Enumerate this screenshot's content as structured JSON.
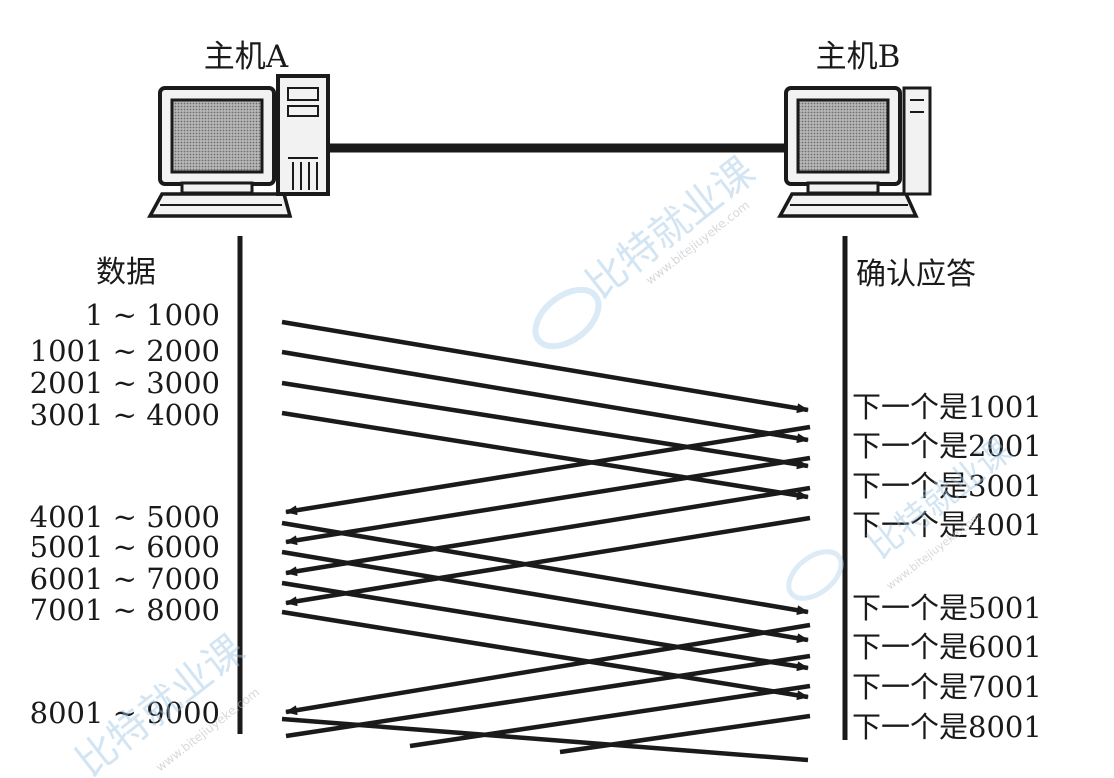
{
  "hosts": {
    "a": "主机A",
    "b": "主机B"
  },
  "columns": {
    "data": "数据",
    "ack": "确认应答"
  },
  "segments": [
    "1 ~ 1000",
    "1001 ~ 2000",
    "2001 ~ 3000",
    "3001 ~ 4000",
    "4001 ~ 5000",
    "5001 ~ 6000",
    "6001 ~ 7000",
    "7001 ~ 8000",
    "8001 ~ 9000"
  ],
  "acks": [
    "下一个是1001",
    "下一个是2001",
    "下一个是3001",
    "下一个是4001",
    "下一个是5001",
    "下一个是6001",
    "下一个是7001",
    "下一个是8001"
  ],
  "watermark": {
    "main": "比特就业课",
    "url": "www.bitejiuyeke.com"
  },
  "colors": {
    "ink": "#1a1a1a",
    "screen": "#9a9a9a",
    "watermark": "#9ec7e6"
  }
}
